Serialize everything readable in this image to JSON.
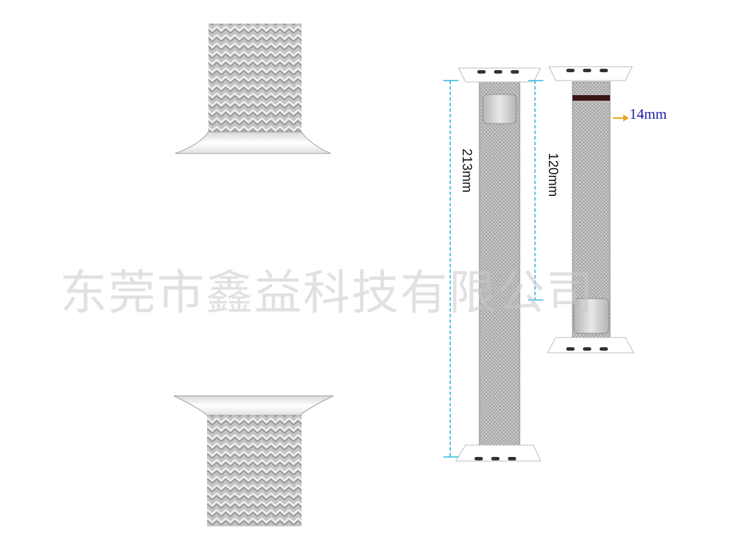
{
  "watermark": {
    "text": "东莞市鑫益科技有限公司"
  },
  "dimensions": {
    "full_length": "213mm",
    "short_length": "120mm",
    "band_width": "14mm"
  },
  "colors": {
    "dimension_line": "#2fb7e0",
    "arrow": "#f2a31a",
    "width_text": "#1a1aa8",
    "metal": "#c9c9c9",
    "clasp_mark": "#3a1414"
  }
}
